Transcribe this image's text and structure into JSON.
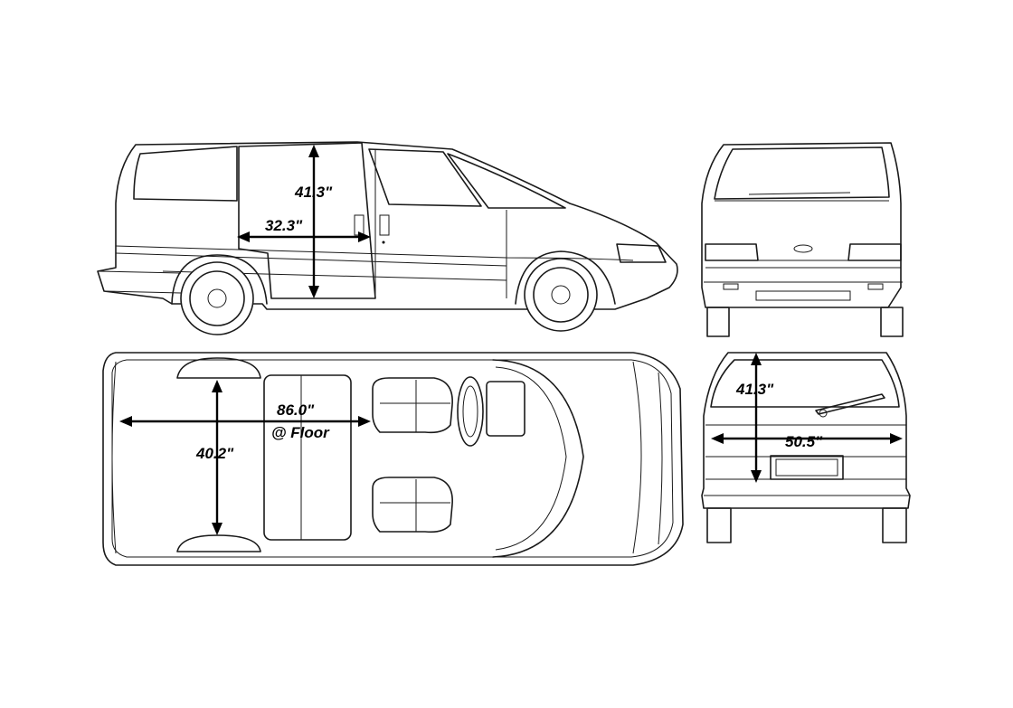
{
  "dimensions": {
    "side_height": "41.3\"",
    "side_length": "32.3\"",
    "floor_length_value": "86.0\"",
    "floor_length_note": "@ Floor",
    "floor_width": "40.2\"",
    "rear_height": "41.3\"",
    "rear_width": "50.5\""
  },
  "views": [
    "side",
    "front",
    "top",
    "rear"
  ],
  "colors": {
    "line": "#1a1a1a",
    "background": "#ffffff"
  }
}
